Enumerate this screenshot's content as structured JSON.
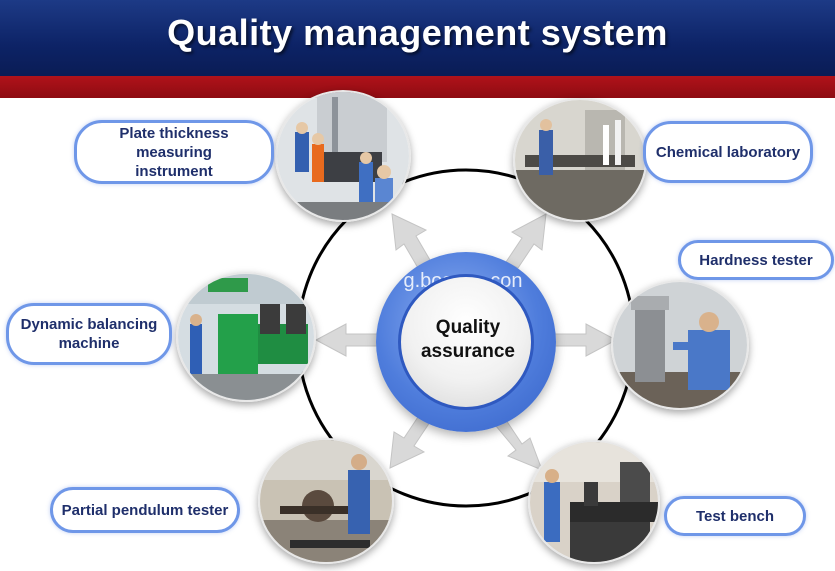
{
  "header": {
    "title": "Quality management system"
  },
  "center": {
    "line1": "Quality",
    "line2": "assurance",
    "watermark": "g.bossgo.con"
  },
  "nodes": [
    {
      "id": "plate",
      "label_lines": [
        "Plate thickness",
        "measuring",
        "instrument"
      ]
    },
    {
      "id": "chem",
      "label_lines": [
        "Chemical laboratory"
      ]
    },
    {
      "id": "hard",
      "label_lines": [
        "Hardness tester"
      ]
    },
    {
      "id": "test",
      "label_lines": [
        "Test bench"
      ]
    },
    {
      "id": "pend",
      "label_lines": [
        "Partial pendulum tester"
      ]
    },
    {
      "id": "dyn",
      "label_lines": [
        "Dynamic balancing",
        "machine"
      ]
    }
  ],
  "colors": {
    "banner_blue": "#0d2366",
    "banner_red": "#9a0e15",
    "label_border": "#6f97e8",
    "center_ring": "#4f7ddc"
  }
}
